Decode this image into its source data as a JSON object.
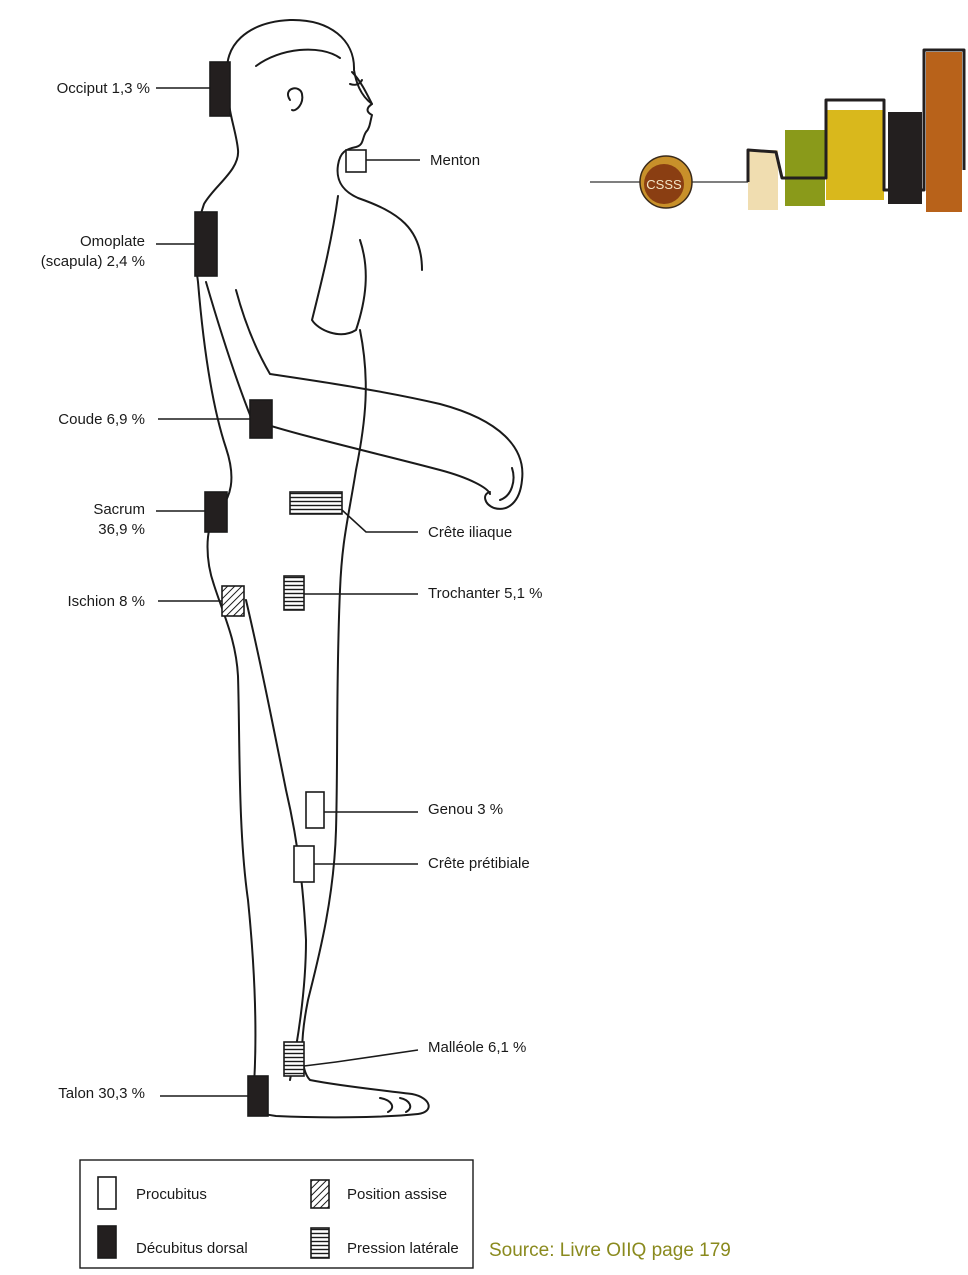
{
  "labels": {
    "occiput": "Occiput 1,3 %",
    "menton": "Menton",
    "omoplate_1": "Omoplate",
    "omoplate_2": "(scapula) 2,4 %",
    "coude": "Coude 6,9 %",
    "sacrum_1": "Sacrum",
    "sacrum_2": "36,9 %",
    "crete_iliaque": "Crête iliaque",
    "ischion": "Ischion 8 %",
    "trochanter": "Trochanter 5,1 %",
    "genou": "Genou 3 %",
    "crete_pretibiale": "Crête prétibiale",
    "malleole": "Malléole 6,1 %",
    "talon": "Talon 30,3 %"
  },
  "legend": {
    "procubitus": "Procubitus",
    "decubitus_dorsal": "Décubitus dorsal",
    "position_assise": "Position assise",
    "pression_laterale": "Pression latérale"
  },
  "logo": {
    "text": "CSSS",
    "colors": {
      "circle_outer": "#c8902a",
      "circle_inner": "#8a3e12",
      "bar_cream": "#f0ddb0",
      "bar_olive": "#8a9a1a",
      "bar_yellow": "#d9b81c",
      "bar_black": "#231f1f",
      "bar_orange": "#b8621a"
    }
  },
  "source": "Source: Livre OIIQ page 179",
  "colors": {
    "line": "#1a1a1a",
    "source_text": "#8a8a1e"
  }
}
